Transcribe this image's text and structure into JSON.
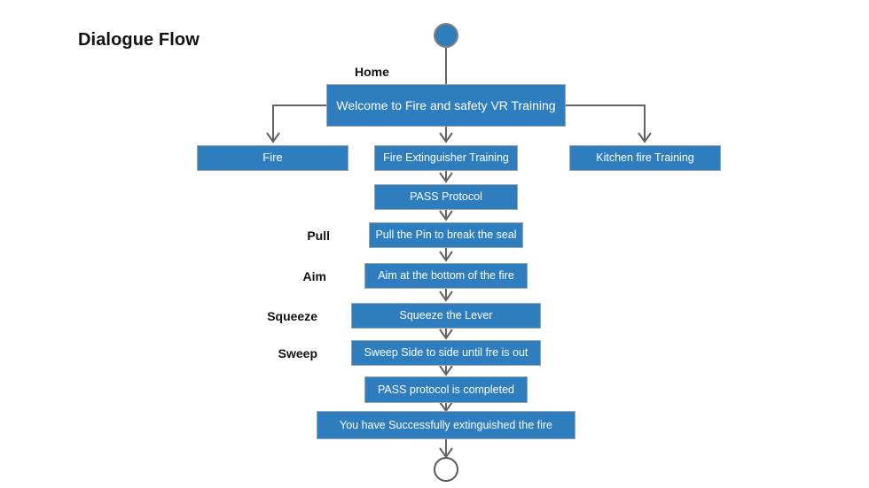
{
  "title": "Dialogue Flow",
  "colors": {
    "node_fill": "#2e7ebf",
    "node_text": "#ffffff",
    "connector": "#636363",
    "start_fill": "#2e7ebf",
    "start_stroke": "#7f7f7f",
    "end_stroke": "#595959",
    "background": "#ffffff",
    "label_text": "#111111"
  },
  "start_node": {
    "name": "start-circle"
  },
  "end_node": {
    "name": "end-circle"
  },
  "captions": {
    "home": "Home"
  },
  "nodes": {
    "welcome": "Welcome to Fire and safety VR Training",
    "fire": "Fire",
    "fire_extinguisher_training": "Fire Extinguisher Training",
    "kitchen_fire_training": "Kitchen fire Training",
    "pass_protocol": "PASS Protocol",
    "pull_step": "Pull the Pin to break the seal",
    "aim_step": "Aim at the bottom of the fire",
    "squeeze_step": "Squeeze the Lever",
    "sweep_step": "Sweep Side to side until fre is out",
    "pass_completed": "PASS protocol is completed",
    "success": "You have Successfully extinguished the fire"
  },
  "step_labels": {
    "pull": "Pull",
    "aim": "Aim",
    "squeeze": "Squeeze",
    "sweep": "Sweep"
  }
}
